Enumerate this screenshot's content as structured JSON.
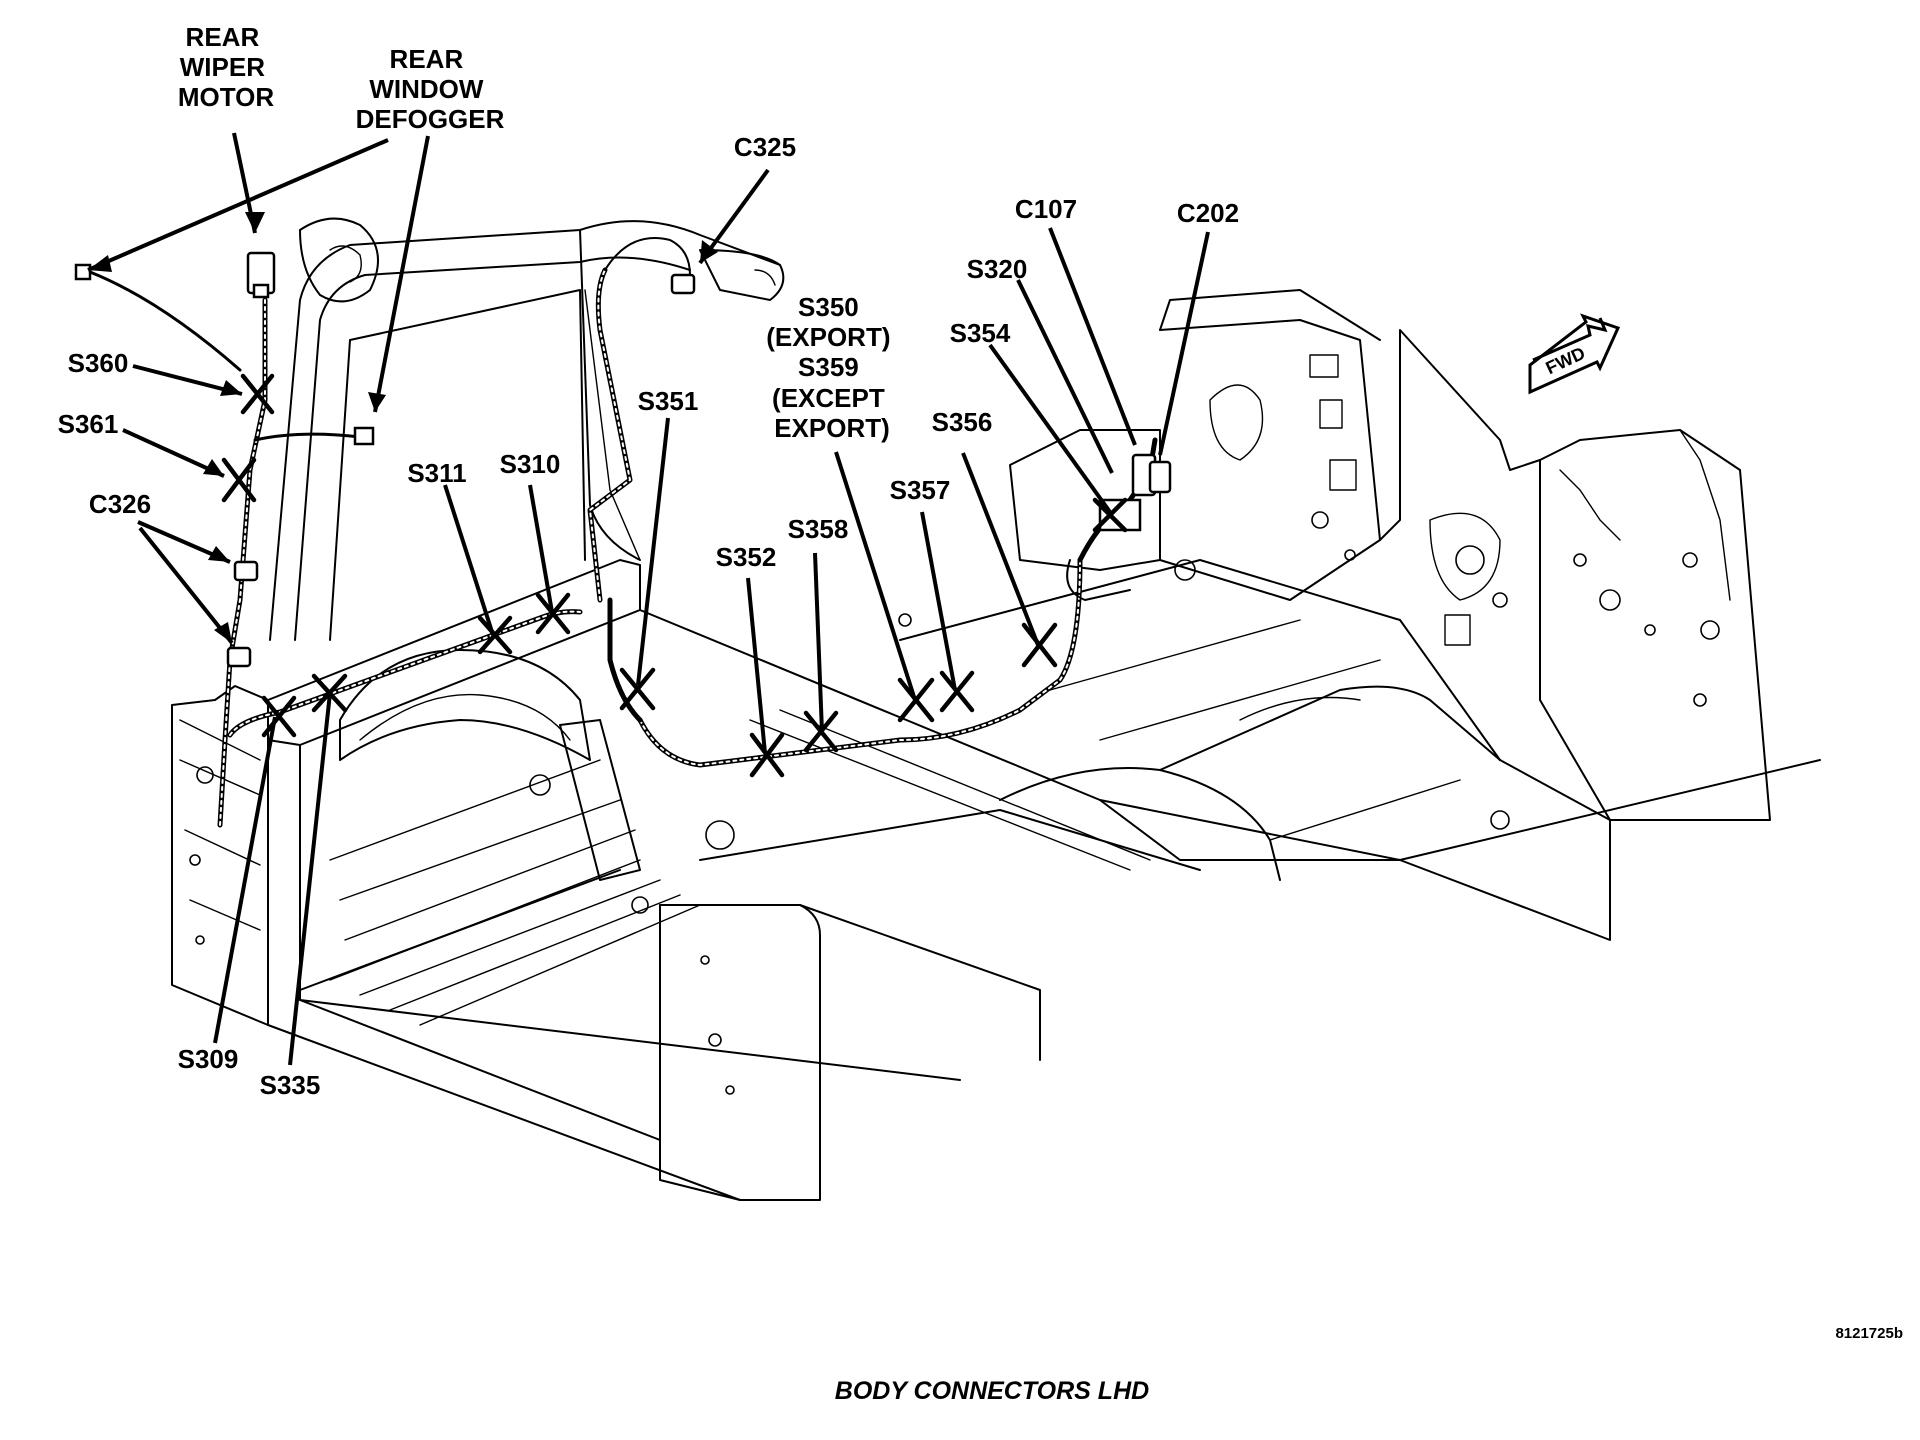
{
  "labels": {
    "rear_wiper_motor": [
      "REAR",
      "WIPER",
      "MOTOR"
    ],
    "rear_window_defogger": [
      "REAR",
      "WINDOW",
      "DEFOGGER"
    ],
    "c325": "C325",
    "s360": "S360",
    "s361": "S361",
    "c326": "C326",
    "s351": "S351",
    "s311": "S311",
    "s310": "S310",
    "s350_s359": [
      "S350",
      "(EXPORT)",
      "S359",
      "(EXCEPT",
      "EXPORT)"
    ],
    "s358": "S358",
    "s352": "S352",
    "s357": "S357",
    "s356": "S356",
    "s354": "S354",
    "s320": "S320",
    "c107": "C107",
    "c202": "C202",
    "s309": "S309",
    "s335": "S335",
    "fwd": "FWD"
  },
  "document_id": "8121725b",
  "caption": "BODY CONNECTORS LHD"
}
